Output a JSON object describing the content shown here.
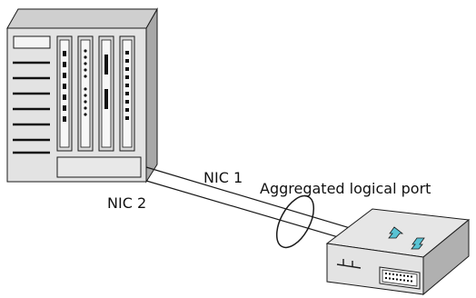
{
  "diagram": {
    "labels": {
      "nic1": "NIC 1",
      "nic2": "NIC 2",
      "aggregated": "Aggregated logical port"
    },
    "icons": {
      "server": "server-chassis-icon",
      "switch": "network-switch-icon",
      "aggregation": "link-aggregation-ellipse-icon"
    },
    "colors": {
      "device_light": "#e3e3e3",
      "device_mid": "#c9c9c9",
      "device_dark": "#a8a8a8",
      "outline": "#1a1a1a",
      "arrow": "#59c3d4"
    }
  }
}
